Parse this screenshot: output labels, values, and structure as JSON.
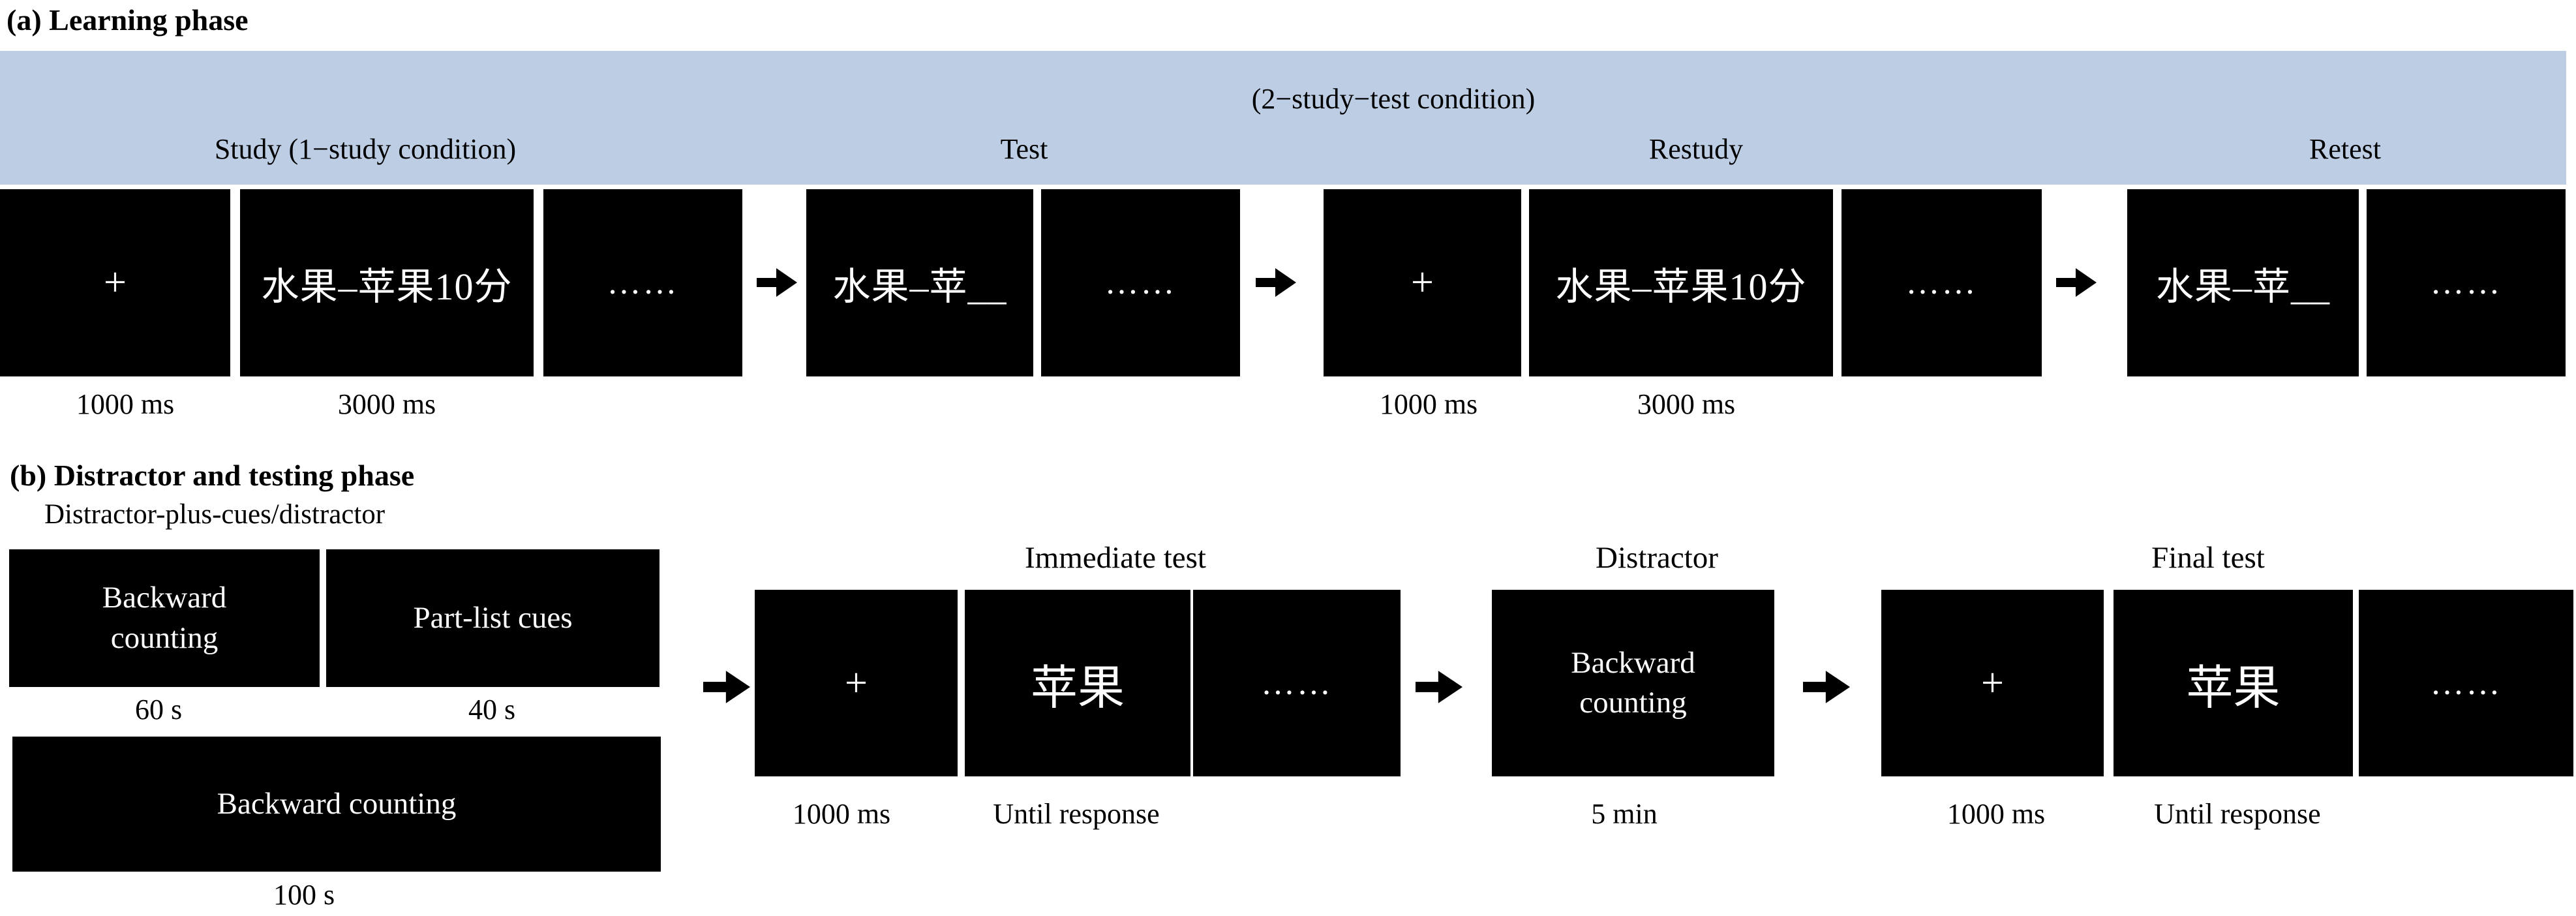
{
  "colors": {
    "band_bg": "#bccde4",
    "screen_bg": "#000000",
    "screen_text": "#ffffff",
    "label_text": "#000000",
    "arrow": "#000000",
    "page_bg": "#ffffff"
  },
  "learning": {
    "section_title": "(a) Learning phase",
    "band": {
      "study": "Study (1−study condition)",
      "condition2": "(2−study−test condition)",
      "test": "Test",
      "restudy": "Restudy",
      "retest": "Retest"
    },
    "screens": {
      "fixation1": "+",
      "pair1": "水果–苹果10分",
      "dots1": "……",
      "cue1": "水果–苹__",
      "dots2": "……",
      "fixation2": "+",
      "pair2": "水果–苹果10分",
      "dots3": "……",
      "cue2": "水果–苹__",
      "dots4": "……"
    },
    "timings": {
      "t1": "1000 ms",
      "t2": "3000 ms",
      "t3": "1000 ms",
      "t4": "3000 ms"
    }
  },
  "distractor_testing": {
    "section_title": "(b) Distractor and testing phase",
    "subtitle": "Distractor-plus-cues/distractor",
    "left": {
      "backward_counting_1": "Backward\ncounting",
      "part_list_cues": "Part-list cues",
      "backward_counting_wide": "Backward counting",
      "duration_60": "60 s",
      "duration_40": "40 s",
      "duration_100": "100 s"
    },
    "immediate": {
      "title": "Immediate test",
      "fixation": "+",
      "cue": "苹果",
      "dots": "……",
      "t_fixation": "1000 ms",
      "t_cue": "Until response"
    },
    "distractor": {
      "title": "Distractor",
      "box": "Backward\ncounting",
      "duration": "5 min"
    },
    "final": {
      "title": "Final test",
      "fixation": "+",
      "cue": "苹果",
      "dots": "……",
      "t_fixation": "1000 ms",
      "t_cue": "Until response"
    }
  }
}
